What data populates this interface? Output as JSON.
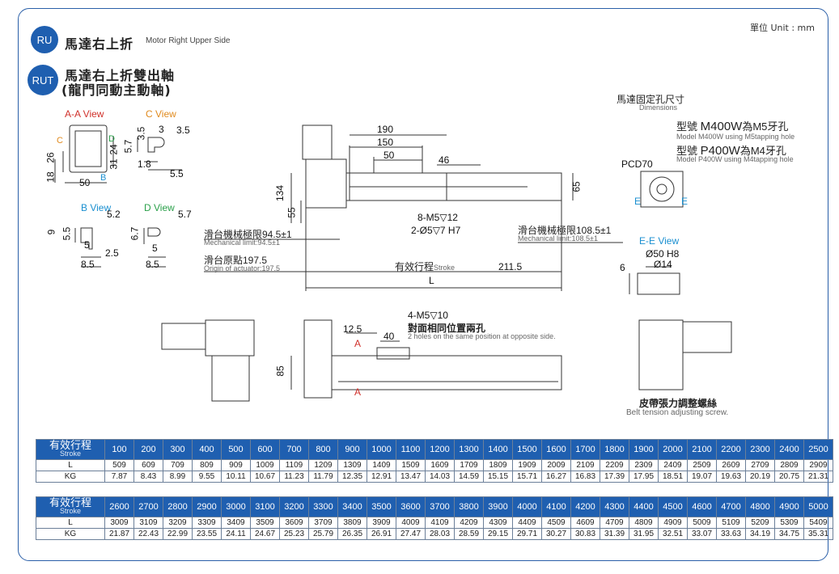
{
  "unit": "單位 Unit : mm",
  "header1": {
    "badge": "RU",
    "title_zh": "馬達右上折",
    "title_en": "Motor Right Upper Side"
  },
  "header2": {
    "badge": "RUT",
    "line1": "馬達右上折雙出軸",
    "line2": "(龍門同動主動軸)"
  },
  "views": {
    "aa": "A-A View",
    "c": "C View",
    "b": "B View",
    "d": "D View",
    "ee": "E-E View",
    "letter_c": "C",
    "letter_d": "D",
    "letter_b": "B"
  },
  "dims_small": {
    "aa_26": "26",
    "aa_18": "18",
    "aa_50": "50",
    "aa_31": "31",
    "aa_24": "24",
    "c_3_5a": "3.5",
    "c_3": "3",
    "c_3_5b": "3.5",
    "c_5_7": "5.7",
    "c_1_8": "1.8",
    "c_5_5": "5.5",
    "b_9": "9",
    "b_5_5": "5.5",
    "b_5_2": "5.2",
    "b_5": "5",
    "b_2_5": "2.5",
    "b_8_5": "8.5",
    "d_6_7": "6.7",
    "d_5_7": "5.7",
    "d_5": "5",
    "d_8_5": "8.5"
  },
  "dims_main": {
    "d190": "190",
    "d150": "150",
    "d50": "50",
    "d46": "46",
    "d134": "134",
    "d55": "55",
    "d65": "65",
    "d211_5": "211.5",
    "L": "L",
    "d12_5": "12.5",
    "d40": "40",
    "d85": "85",
    "A": "A"
  },
  "notes": {
    "m5": "8-M5",
    "m5_depth": "12",
    "pin": "2-Ø5",
    "pin_depth": "7 H7",
    "mech_left_zh": "滑台機械極限94.5±1",
    "mech_left_en": "Mechanical limit:94.5±1",
    "origin_zh": "滑台原點197.5",
    "origin_en": "Origin of actuator:197.5",
    "stroke_zh": "有效行程",
    "stroke_en": "Stroke",
    "mech_right_zh": "滑台機械極限108.5±1",
    "mech_right_en": "Mechanical limit:108.5±1",
    "holes_top": "4-M5",
    "holes_top_depth": "10",
    "holes_zh": "對面相同位置兩孔",
    "holes_en": "2 holes on the same position at opposite side.",
    "belt_zh": "皮帶張力調整螺絲",
    "belt_en": "Belt tension adjusting screw."
  },
  "motor_hole": {
    "title_zh": "馬達固定孔尺寸",
    "title_en": "Dimensions",
    "m400_zh_prefix": "型號",
    "m400_zh_model": "M400W",
    "m400_zh_suffix": "為M5牙孔",
    "m400_en": "Model M400W using M5tapping hole",
    "p400_zh_prefix": "型號",
    "p400_zh_model": "P400W",
    "p400_zh_suffix": "為M4牙孔",
    "p400_en": "Model P400W using M4tapping hole",
    "pcd": "PCD70",
    "e_left": "E",
    "e_right": "E",
    "ee_d50": "Ø50 H8",
    "ee_6": "6",
    "ee_d14": "Ø14"
  },
  "table": {
    "stroke_label_zh": "有效行程",
    "stroke_label_en": "Stroke",
    "l_label": "L",
    "kg_label": "KG",
    "block1": {
      "stroke": [
        "100",
        "200",
        "300",
        "400",
        "500",
        "600",
        "700",
        "800",
        "900",
        "1000",
        "1100",
        "1200",
        "1300",
        "1400",
        "1500",
        "1600",
        "1700",
        "1800",
        "1900",
        "2000",
        "2100",
        "2200",
        "2300",
        "2400",
        "2500"
      ],
      "L": [
        "509",
        "609",
        "709",
        "809",
        "909",
        "1009",
        "1109",
        "1209",
        "1309",
        "1409",
        "1509",
        "1609",
        "1709",
        "1809",
        "1909",
        "2009",
        "2109",
        "2209",
        "2309",
        "2409",
        "2509",
        "2609",
        "2709",
        "2809",
        "2909"
      ],
      "KG": [
        "7.87",
        "8.43",
        "8.99",
        "9.55",
        "10.11",
        "10.67",
        "11.23",
        "11.79",
        "12.35",
        "12.91",
        "13.47",
        "14.03",
        "14.59",
        "15.15",
        "15.71",
        "16.27",
        "16.83",
        "17.39",
        "17.95",
        "18.51",
        "19.07",
        "19.63",
        "20.19",
        "20.75",
        "21.31"
      ]
    },
    "block2": {
      "stroke": [
        "2600",
        "2700",
        "2800",
        "2900",
        "3000",
        "3100",
        "3200",
        "3300",
        "3400",
        "3500",
        "3600",
        "3700",
        "3800",
        "3900",
        "4000",
        "4100",
        "4200",
        "4300",
        "4400",
        "4500",
        "4600",
        "4700",
        "4800",
        "4900",
        "5000"
      ],
      "L": [
        "3009",
        "3109",
        "3209",
        "3309",
        "3409",
        "3509",
        "3609",
        "3709",
        "3809",
        "3909",
        "4009",
        "4109",
        "4209",
        "4309",
        "4409",
        "4509",
        "4609",
        "4709",
        "4809",
        "4909",
        "5009",
        "5109",
        "5209",
        "5309",
        "5409"
      ],
      "KG": [
        "21.87",
        "22.43",
        "22.99",
        "23.55",
        "24.11",
        "24.67",
        "25.23",
        "25.79",
        "26.35",
        "26.91",
        "27.47",
        "28.03",
        "28.59",
        "29.15",
        "29.71",
        "30.27",
        "30.83",
        "31.39",
        "31.95",
        "32.51",
        "33.07",
        "33.63",
        "34.19",
        "34.75",
        "35.31"
      ]
    }
  },
  "colors": {
    "brand": "#1f5fb0",
    "aa_view": "#d0302a",
    "c_view": "#e08a1e",
    "b_view": "#1a8fd0",
    "d_view": "#2aa04a"
  }
}
